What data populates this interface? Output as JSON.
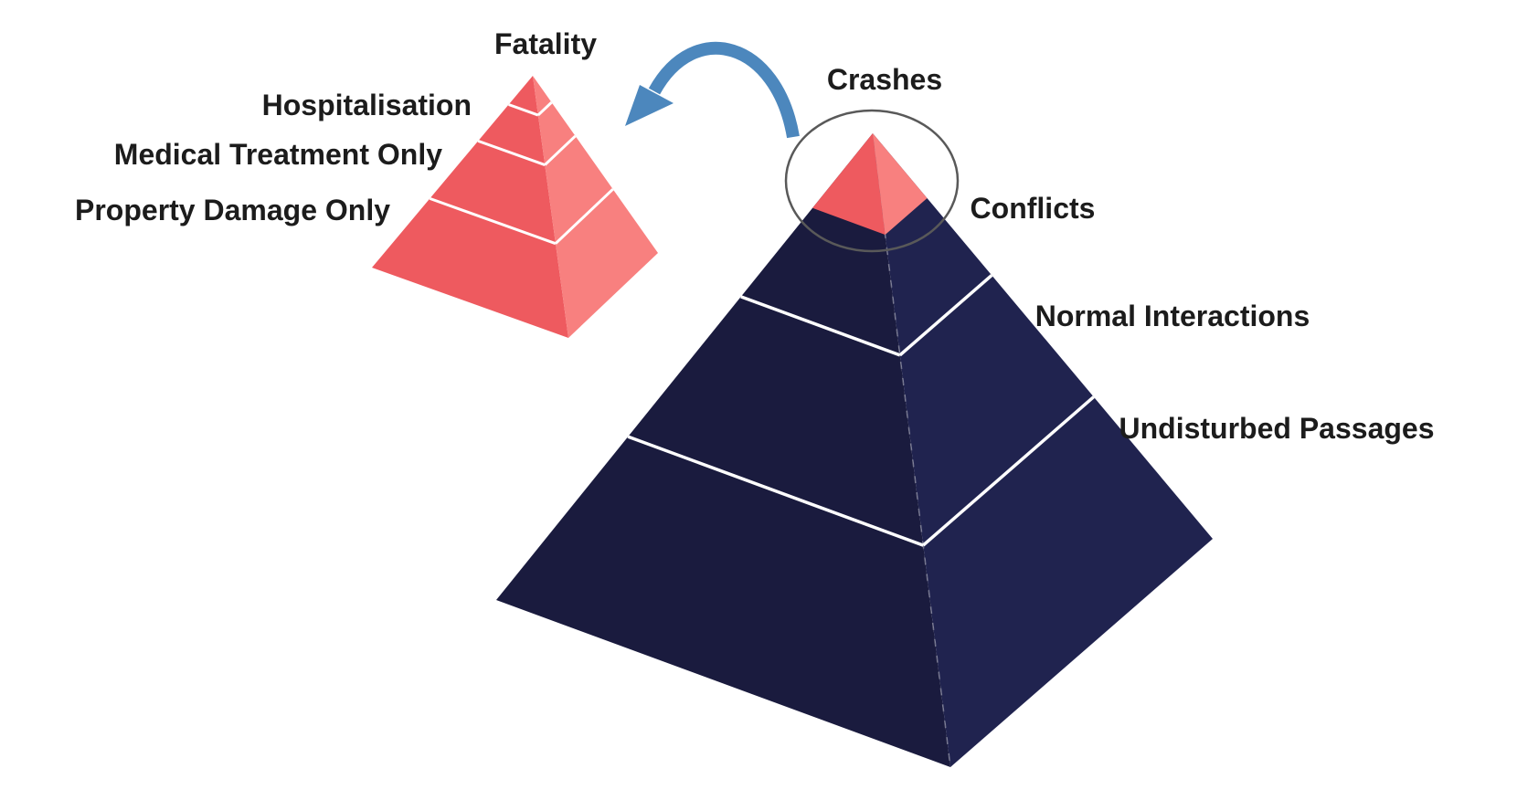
{
  "background": "#ffffff",
  "text_color": "#1c1c1c",
  "left_pyramid": {
    "description": "small pink crash-severity pyramid",
    "face_left_color": "#ee5a5f",
    "face_right_color": "#f8807f",
    "levels": [
      {
        "label": "Fatality"
      },
      {
        "label": "Hospitalisation"
      },
      {
        "label": "Medical Treatment Only"
      },
      {
        "label": "Property Damage Only"
      }
    ]
  },
  "right_pyramid": {
    "description": "large navy traffic-events pyramid with pink apex",
    "face_left_color": "#1a1b3e",
    "face_right_color": "#20234f",
    "cap_face_left_color": "#ee5a5f",
    "cap_face_right_color": "#f8807f",
    "levels": [
      {
        "label": "Crashes"
      },
      {
        "label": "Conflicts"
      },
      {
        "label": "Normal Interactions"
      },
      {
        "label": "Undisturbed Passages"
      }
    ]
  },
  "tier_fractions": {
    "small_lines": [
      0.15,
      0.34,
      0.64
    ],
    "big_cap": 0.16,
    "big_lines": [
      0.35,
      0.65
    ]
  },
  "tier_line_color": "#ffffff",
  "front_edge_color": "rgba(255,255,255,0.35)",
  "arrow": {
    "name": "curved-arrow-from-crashes-to-small-pyramid",
    "color": "#4c87bd"
  },
  "circle_annotation": {
    "name": "ellipse-around-crashes-apex",
    "color": "#595959"
  }
}
